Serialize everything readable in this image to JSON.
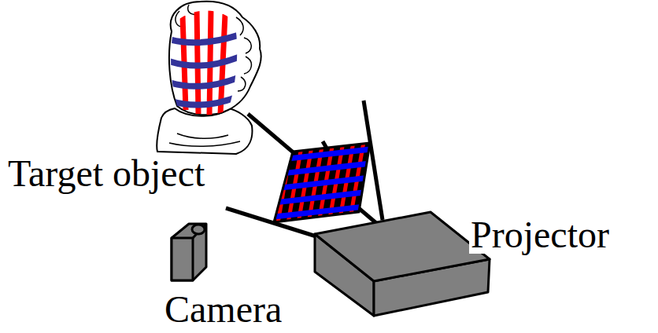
{
  "diagram": {
    "labels": [
      "Target object",
      "Projector",
      "Camera"
    ]
  }
}
